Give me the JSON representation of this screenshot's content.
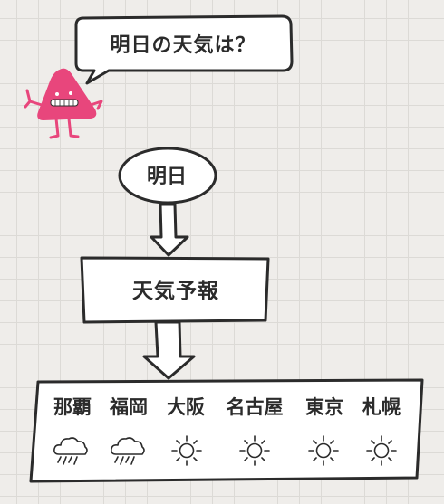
{
  "speech_bubble": {
    "text": "明日の天気は？"
  },
  "mascot": {
    "icon": "pink-triangle-character-icon",
    "color": "#e8467c"
  },
  "flowchart": {
    "start": {
      "label": "明日"
    },
    "process": {
      "label": "天気予報"
    },
    "output": {
      "cities": [
        {
          "name": "那覇",
          "weather_icon": "rain-cloud-icon"
        },
        {
          "name": "福岡",
          "weather_icon": "rain-cloud-icon"
        },
        {
          "name": "大阪",
          "weather_icon": "sun-icon"
        },
        {
          "name": "名古屋",
          "weather_icon": "sun-icon"
        },
        {
          "name": "東京",
          "weather_icon": "sun-icon"
        },
        {
          "name": "札幌",
          "weather_icon": "sun-icon"
        }
      ]
    }
  },
  "colors": {
    "background": "#efedea",
    "grid": "#dcdad6",
    "ink": "#2b2b2b",
    "mascot": "#e8467c"
  }
}
